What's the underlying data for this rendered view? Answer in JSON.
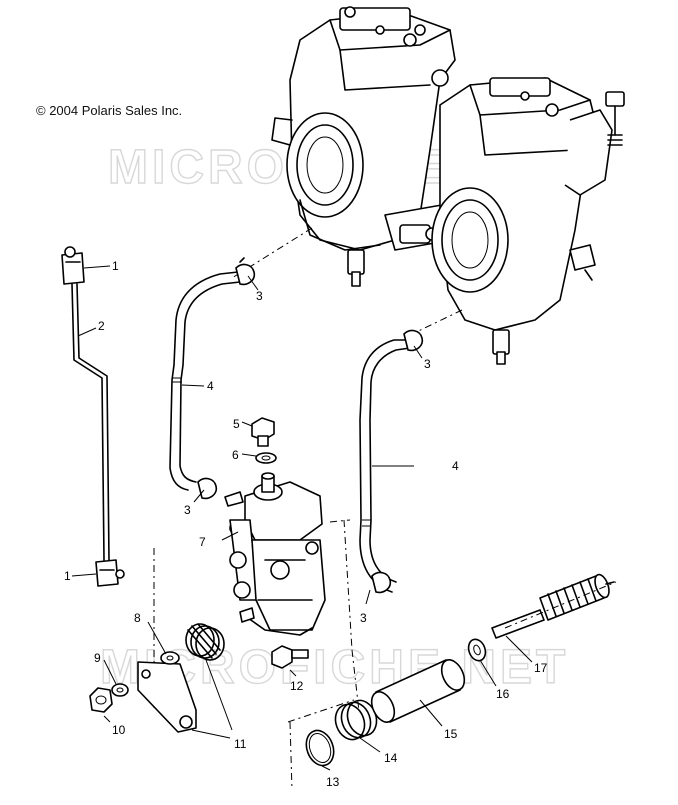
{
  "copyright": "© 2004 Polaris Sales Inc.",
  "watermark": "MICROFICHE.NET",
  "callouts": [
    {
      "id": "c1a",
      "text": "1"
    },
    {
      "id": "c1b",
      "text": "1"
    },
    {
      "id": "c2",
      "text": "2"
    },
    {
      "id": "c3a",
      "text": "3"
    },
    {
      "id": "c3b",
      "text": "3"
    },
    {
      "id": "c3c",
      "text": "3"
    },
    {
      "id": "c3d",
      "text": "3"
    },
    {
      "id": "c4a",
      "text": "4"
    },
    {
      "id": "c4b",
      "text": "4"
    },
    {
      "id": "c5",
      "text": "5"
    },
    {
      "id": "c6",
      "text": "6"
    },
    {
      "id": "c7",
      "text": "7"
    },
    {
      "id": "c8",
      "text": "8"
    },
    {
      "id": "c9",
      "text": "9"
    },
    {
      "id": "c10",
      "text": "10"
    },
    {
      "id": "c11",
      "text": "11"
    },
    {
      "id": "c12",
      "text": "12"
    },
    {
      "id": "c13",
      "text": "13"
    },
    {
      "id": "c14",
      "text": "14"
    },
    {
      "id": "c15",
      "text": "15"
    },
    {
      "id": "c16",
      "text": "16"
    },
    {
      "id": "c17",
      "text": "17"
    }
  ]
}
